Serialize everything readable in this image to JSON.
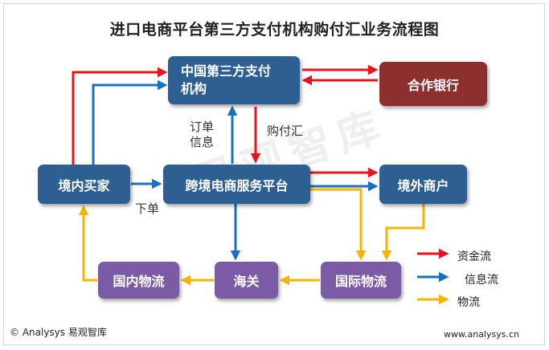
{
  "title": "进口电商平台第三方支付机构购付汇业务流程图",
  "nodes": {
    "third_party": "中国第三方支付机构",
    "bank": "合作银行",
    "buyer": "境内买家",
    "platform": "跨境电商服务平台",
    "merchant": "境外商户",
    "domestic_logistics": "国内物流",
    "customs": "海关",
    "intl_logistics": "国际物流"
  },
  "labels": {
    "order_info": "订单信息",
    "purchase_payment": "购付汇",
    "place_order": "下单"
  },
  "legend": [
    {
      "label": "资金流",
      "color": "#e8141c"
    },
    {
      "label": "信息流",
      "color": "#1a6fc4"
    },
    {
      "label": "物流",
      "color": "#f5b400"
    }
  ],
  "watermark": "易观智库",
  "footer": {
    "left": "© Analysys 易观智库",
    "right": "www.analysys.cn"
  }
}
